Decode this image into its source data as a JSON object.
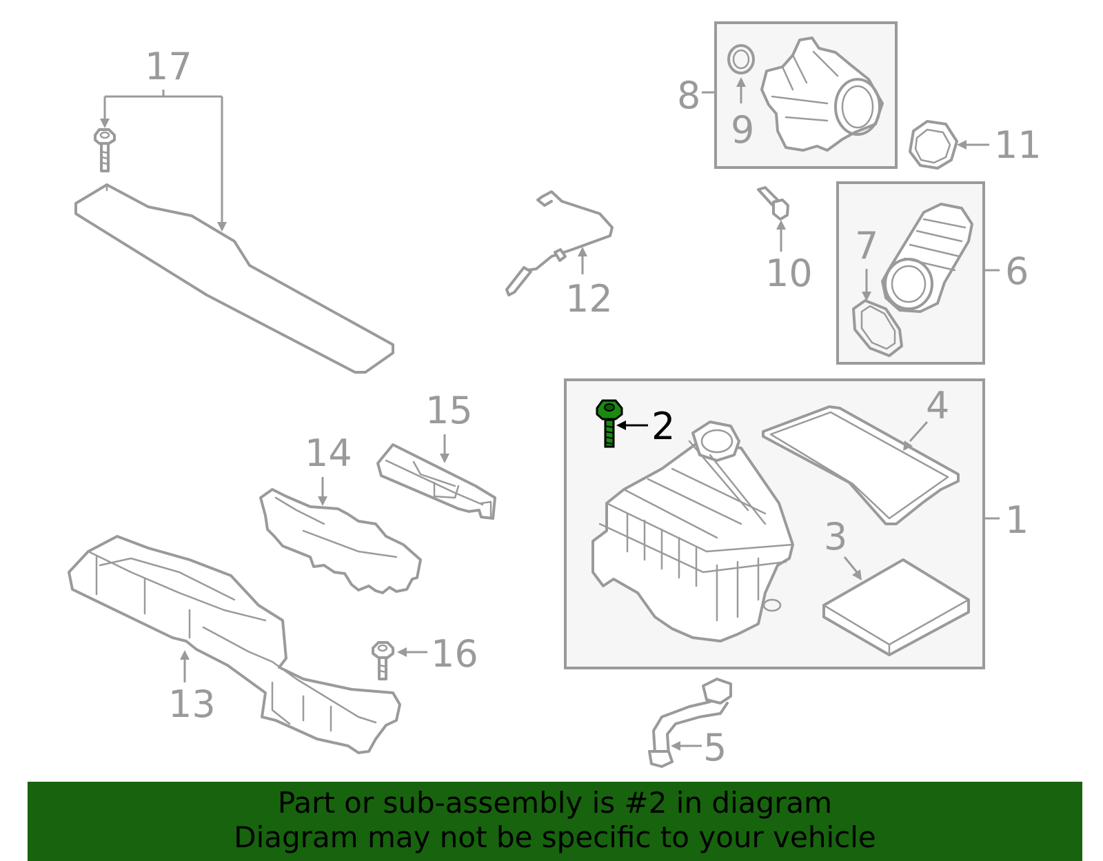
{
  "colors": {
    "line": "#9a9a9a",
    "highlight_part": "#1a8a12",
    "banner_bg": "#17630e",
    "banner_text": "#000000"
  },
  "callouts": {
    "c1": "1",
    "c2": "2",
    "c3": "3",
    "c4": "4",
    "c5": "5",
    "c6": "6",
    "c7": "7",
    "c8": "8",
    "c9": "9",
    "c10": "10",
    "c11": "11",
    "c12": "12",
    "c13": "13",
    "c14": "14",
    "c15": "15",
    "c16": "16",
    "c17": "17"
  },
  "highlighted_callout": "2",
  "banner": {
    "line1": "Part or sub-assembly is #2 in diagram",
    "line2": "Diagram may not be specific to your vehicle"
  }
}
